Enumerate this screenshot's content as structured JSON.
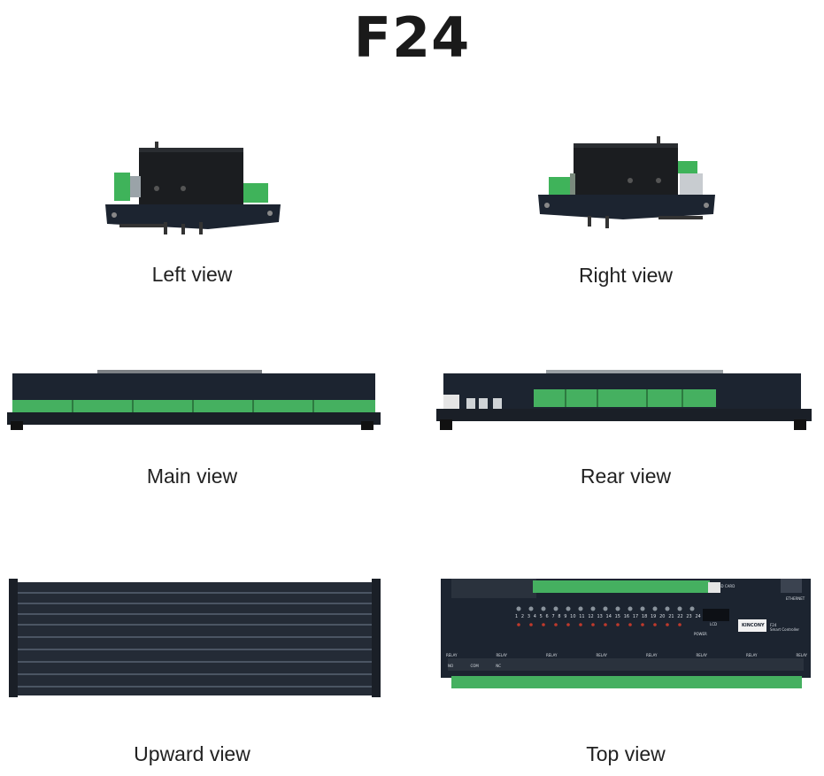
{
  "title": "F24",
  "views": {
    "left": "Left view",
    "right": "Right view",
    "main": "Main view",
    "rear": "Rear view",
    "upward": "Upward view",
    "top": "Top view"
  },
  "top_panel": {
    "brand": "KINCONY",
    "model": "F24",
    "subtitle": "Smart Controller",
    "relay_prefix": "RELAY",
    "contacts": [
      "NO",
      "COM",
      "NC"
    ],
    "channel_numbers": [
      "1",
      "2",
      "3",
      "4",
      "5",
      "6",
      "7",
      "8",
      "9",
      "10",
      "11",
      "12",
      "13",
      "14",
      "15",
      "16",
      "17",
      "18",
      "19",
      "20",
      "21",
      "22",
      "23",
      "24"
    ],
    "sd_card": "SD CARD",
    "ethernet": "ETHERNET",
    "power": "POWER",
    "lcd": "LCD"
  },
  "colors": {
    "housing": "#1c2430",
    "terminal_green": "#4caf6a",
    "text": "#1a1a1a"
  }
}
